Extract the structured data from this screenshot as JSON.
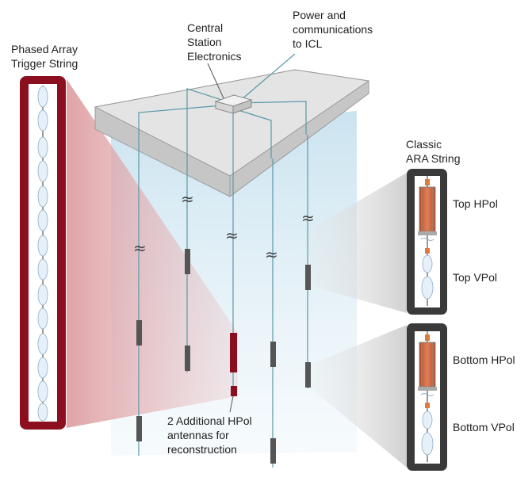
{
  "labels": {
    "phased_array": [
      "Phased Array",
      "Trigger String"
    ],
    "central_station": [
      "Central",
      "Station",
      "Electronics"
    ],
    "power": [
      "Power and",
      "communications",
      "to ICL"
    ],
    "classic": [
      "Classic",
      "ARA String"
    ],
    "top_hpol": "Top HPol",
    "top_vpol": "Top VPol",
    "bottom_hpol": "Bottom HPol",
    "bottom_vpol": "Bottom VPol",
    "additional": [
      "2 Additional HPol",
      "antennas for",
      "reconstruction"
    ]
  },
  "break_symbol": "≈",
  "colors": {
    "phased_array_accent": "#8b0f1f",
    "phased_array_beam": "#e7b0b3",
    "classic_frame": "#3a3a3a",
    "classic_beam": "#d8d8d8",
    "ice_column": "#cfe6f1",
    "cable": "#5a9aa8",
    "instrument": "#555555",
    "hpol_copper": "#d2663f",
    "ice_block_top": "#e3e3e3",
    "ice_block_side": "#c8c8c8"
  }
}
